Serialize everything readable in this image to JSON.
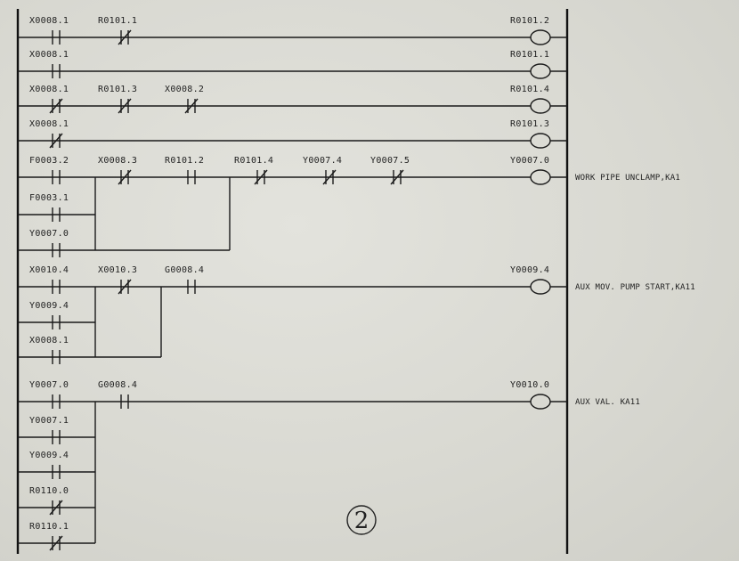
{
  "figure": {
    "page_marker": "2"
  },
  "rungs": [
    {
      "contacts": [
        {
          "label": "X0008.1",
          "type": "NO"
        },
        {
          "label": "R0101.1",
          "type": "NC"
        }
      ],
      "coil": "R0101.2",
      "comment": ""
    },
    {
      "contacts": [
        {
          "label": "X0008.1",
          "type": "NO"
        }
      ],
      "coil": "R0101.1",
      "comment": ""
    },
    {
      "contacts": [
        {
          "label": "X0008.1",
          "type": "NC"
        },
        {
          "label": "R0101.3",
          "type": "NC"
        },
        {
          "label": "X0008.2",
          "type": "NC"
        }
      ],
      "coil": "R0101.4",
      "comment": ""
    },
    {
      "contacts": [
        {
          "label": "X0008.1",
          "type": "NC"
        }
      ],
      "coil": "R0101.3",
      "comment": ""
    },
    {
      "contacts": [
        {
          "label": "F0003.2",
          "type": "NO"
        },
        {
          "label": "X0008.3",
          "type": "NC"
        },
        {
          "label": "R0101.2",
          "type": "NO"
        },
        {
          "label": "R0101.4",
          "type": "NC"
        },
        {
          "label": "Y0007.4",
          "type": "NC"
        },
        {
          "label": "Y0007.5",
          "type": "NC"
        }
      ],
      "branches": [
        {
          "label": "F0003.1",
          "type": "NO"
        },
        {
          "label": "Y0007.0",
          "type": "NO"
        }
      ],
      "coil": "Y0007.0",
      "comment": "WORK PIPE UNCLAMP,KA1"
    },
    {
      "contacts": [
        {
          "label": "X0010.4",
          "type": "NO"
        },
        {
          "label": "X0010.3",
          "type": "NC"
        },
        {
          "label": "G0008.4",
          "type": "NO"
        }
      ],
      "branches": [
        {
          "label": "Y0009.4",
          "type": "NO"
        },
        {
          "label": "X0008.1",
          "type": "NO"
        }
      ],
      "coil": "Y0009.4",
      "comment": "AUX MOV. PUMP START,KA11"
    },
    {
      "contacts": [
        {
          "label": "Y0007.0",
          "type": "NO"
        },
        {
          "label": "G0008.4",
          "type": "NO"
        }
      ],
      "branches": [
        {
          "label": "Y0007.1",
          "type": "NO"
        },
        {
          "label": "Y0009.4",
          "type": "NO"
        },
        {
          "label": "R0110.0",
          "type": "NC"
        },
        {
          "label": "R0110.1",
          "type": "NC"
        }
      ],
      "coil": "Y0010.0",
      "comment": "AUX VAL. KA11"
    }
  ]
}
